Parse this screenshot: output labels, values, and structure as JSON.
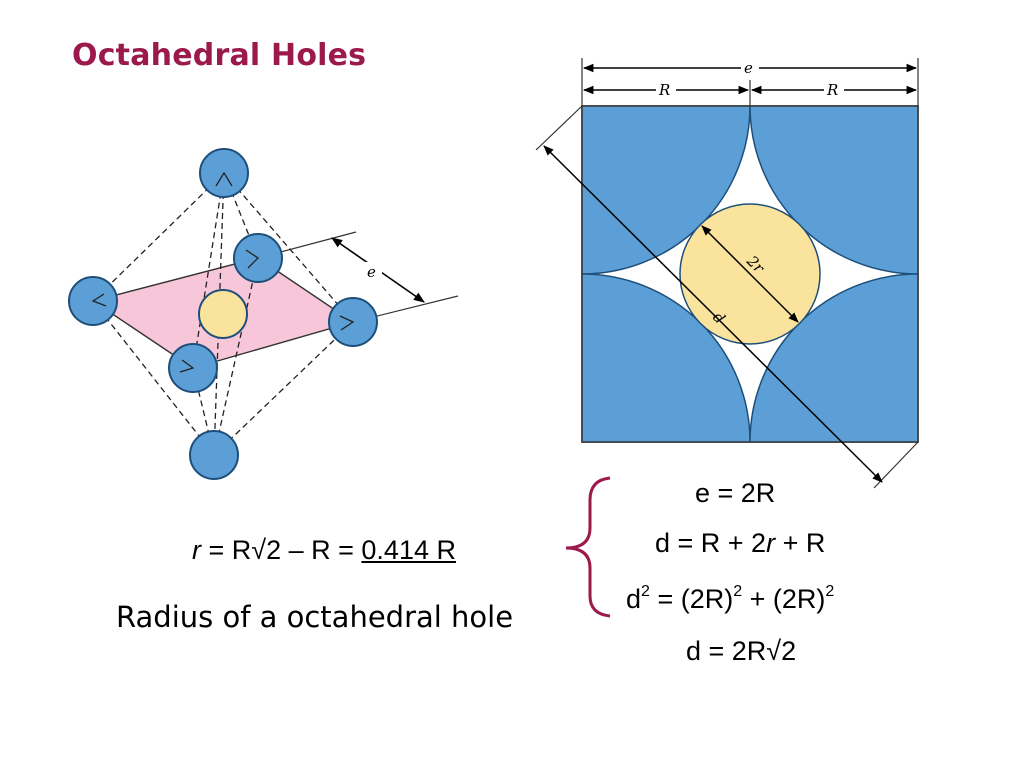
{
  "title": "Octahedral Holes",
  "colors": {
    "title": "#9b1a4b",
    "sphere": "#5b9fd6",
    "hole": "#fae39d",
    "plane": "#f7c6d8",
    "brace": "#9b1a4b"
  },
  "octahedron_diagram": {
    "edge_label": "e"
  },
  "square_diagram": {
    "top_label": "e",
    "left_R_label": "R",
    "right_R_label": "R",
    "diagonal_label": "d",
    "hole_diameter_label": "2r"
  },
  "equations": {
    "line1": "e = 2R",
    "line2_prefix": "d = R + 2",
    "line2_var": "r",
    "line2_suffix": " + R",
    "line3_a": "d",
    "line3_a_sup": "2",
    "line3_b": " = (2R)",
    "line3_b_sup": "2",
    "line3_c": " + (2R)",
    "line3_c_sup": "2",
    "line4": "d = 2R√2"
  },
  "result": {
    "var": "r",
    "expr": " = R√2 – R = ",
    "value": "0.414 R"
  },
  "caption": "Radius of a octahedral hole"
}
